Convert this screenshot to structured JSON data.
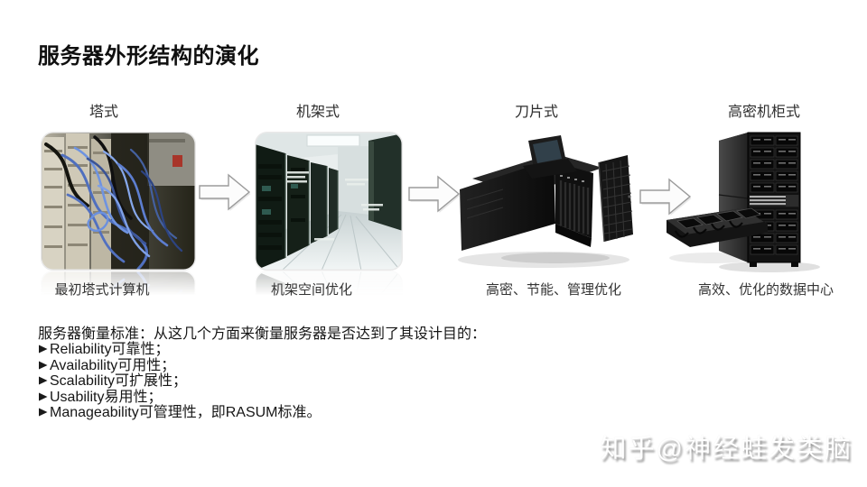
{
  "slide": {
    "title": "服务器外形结构的演化",
    "stages": [
      {
        "label": "塔式",
        "caption": "最初塔式计算机",
        "image": "tower-servers-photo"
      },
      {
        "label": "机架式",
        "caption": "机架空间优化",
        "image": "rack-room-photo"
      },
      {
        "label": "刀片式",
        "caption": "高密、节能、管理优化",
        "image": "blade-chassis-photo"
      },
      {
        "label": "高密机柜式",
        "caption": "高效、优化的数据中心",
        "image": "high-density-cabinet-photo"
      }
    ],
    "icons": {
      "stage_arrow": "right-block-arrow",
      "bullet": "right-arrowhead"
    },
    "criteria": {
      "intro": "服务器衡量标准：从这几个方面来衡量服务器是否达到了其设计目的：",
      "bullet": "➢",
      "items": [
        "Reliability可靠性；",
        "Availability可用性；",
        "Scalability可扩展性；",
        "Usability易用性；",
        "Manageability可管理性，即RASUM标准。"
      ]
    },
    "watermark": "知乎@神经蛙发类脑",
    "colors": {
      "background": "#ffffff",
      "title_text": "#0f0f0f",
      "body_text": "#161616",
      "label_text": "#2e2e2e",
      "arrow_fill": "#fcfcfc",
      "arrow_outline": "#9b9b9b",
      "watermark_shadow": "#9d9d9d"
    }
  }
}
